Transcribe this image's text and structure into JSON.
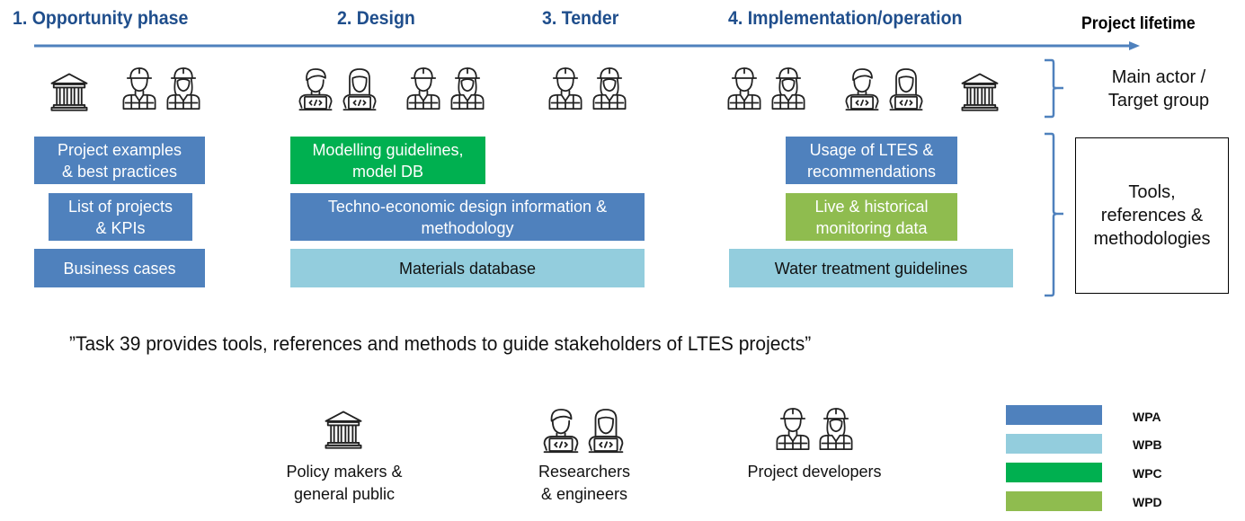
{
  "timeline": {
    "phases": [
      {
        "label": "1. Opportunity phase"
      },
      {
        "label": "2. Design"
      },
      {
        "label": "3. Tender"
      },
      {
        "label": "4. Implementation/operation"
      }
    ],
    "axis_label": "Project lifetime",
    "color": "#4f81bd",
    "phase_color": "#1f4e8c"
  },
  "actors_row": {
    "label": "Main actor / Target group",
    "label_lines": [
      "Main actor /",
      "Target group"
    ],
    "groups": [
      {
        "phase": "1. Opportunity phase",
        "icons": [
          "government-building-icon",
          "construction-worker-male-icon",
          "construction-worker-female-icon"
        ]
      },
      {
        "phase": "2. Design",
        "icons": [
          "researcher-male-laptop-icon",
          "researcher-female-laptop-icon",
          "construction-worker-male-icon",
          "construction-worker-female-icon"
        ]
      },
      {
        "phase": "3. Tender",
        "icons": [
          "construction-worker-male-icon",
          "construction-worker-female-icon"
        ]
      },
      {
        "phase": "4. Implementation/operation",
        "icons": [
          "construction-worker-male-icon",
          "construction-worker-female-icon",
          "researcher-male-laptop-icon",
          "researcher-female-laptop-icon",
          "government-building-icon"
        ]
      }
    ]
  },
  "tools_row": {
    "label_lines": [
      "Tools,",
      "references &",
      "methodologies"
    ],
    "boxes": [
      {
        "lines": [
          "Project examples",
          "& best practices"
        ],
        "wp": "WPA"
      },
      {
        "lines": [
          "List of projects",
          "& KPIs"
        ],
        "wp": "WPA"
      },
      {
        "lines": [
          "Business cases"
        ],
        "wp": "WPA"
      },
      {
        "lines": [
          "Modelling guidelines,",
          "model DB"
        ],
        "wp": "WPC"
      },
      {
        "lines": [
          "Techno-economic design information &",
          "methodology"
        ],
        "wp": "WPA"
      },
      {
        "lines": [
          "Materials database"
        ],
        "wp": "WPB"
      },
      {
        "lines": [
          "Usage of LTES &",
          "recommendations"
        ],
        "wp": "WPA"
      },
      {
        "lines": [
          "Live & historical",
          "monitoring data"
        ],
        "wp": "WPD"
      },
      {
        "lines": [
          "Water treatment guidelines"
        ],
        "wp": "WPB"
      }
    ]
  },
  "quote": "”Task 39 provides tools, references and methods to guide stakeholders of LTES projects”",
  "stakeholder_legend": [
    {
      "icon": "government-building-icon",
      "lines": [
        "Policy makers &",
        "general public"
      ]
    },
    {
      "icon": "researchers-laptop-icon",
      "lines": [
        "Researchers",
        "& engineers"
      ]
    },
    {
      "icon": "construction-workers-icon",
      "lines": [
        "Project developers"
      ]
    }
  ],
  "wp_legend": [
    {
      "label": "WPA",
      "color": "#4f81bd"
    },
    {
      "label": "WPB",
      "color": "#93cddd"
    },
    {
      "label": "WPC",
      "color": "#00b050"
    },
    {
      "label": "WPD",
      "color": "#8fbc4f"
    }
  ]
}
